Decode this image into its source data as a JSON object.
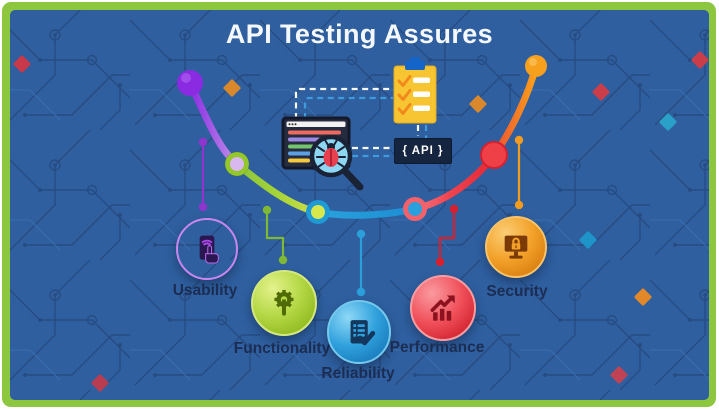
{
  "title": "API Testing Assures",
  "center": {
    "api_label": "{ API }",
    "illustration_icons": [
      "code-window-icon",
      "bug-magnifier-icon",
      "checklist-clipboard-icon"
    ]
  },
  "items": [
    {
      "label": "Usability",
      "icon": "touch-phone-icon",
      "color": "#a845e5"
    },
    {
      "label": "Functionality",
      "icon": "gear-wrench-icon",
      "color": "#b5d846"
    },
    {
      "label": "Reliability",
      "icon": "document-check-icon",
      "color": "#2fa0dc"
    },
    {
      "label": "Performance",
      "icon": "growth-chart-icon",
      "color": "#f0505a"
    },
    {
      "label": "Security",
      "icon": "monitor-lock-icon",
      "color": "#f2a028"
    }
  ],
  "colors": {
    "frame_green": "#8dc63f",
    "background_blue": "#2f5f9f",
    "circuit_line": "#24497e",
    "title_text": "#f4f8fb",
    "label_text": "#1b2d52",
    "arc_gradient": [
      "#8a2be2",
      "#cda8f0",
      "#8cc63c",
      "#ccdf4a",
      "#29a2dc",
      "#f4727b",
      "#e42836",
      "#f9a11b"
    ]
  }
}
